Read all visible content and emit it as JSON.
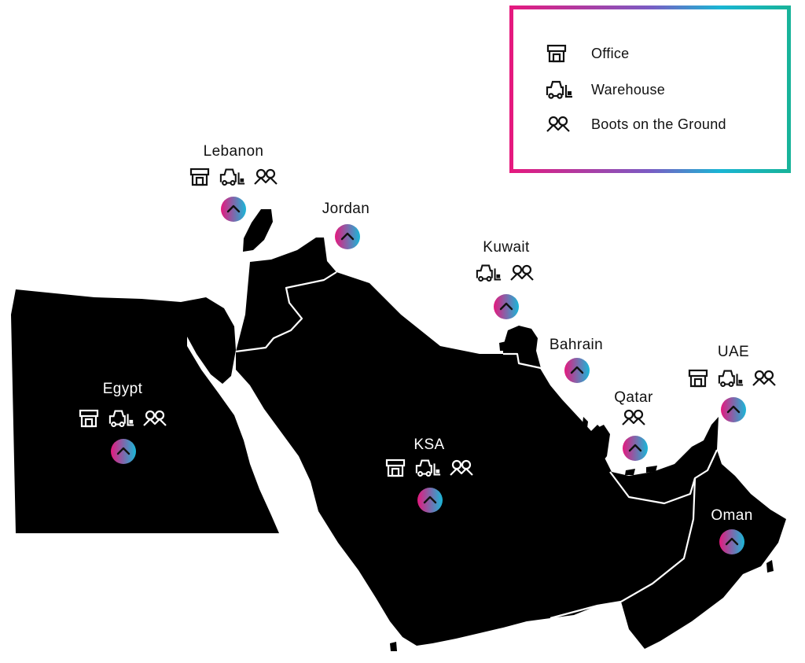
{
  "legend": {
    "items": [
      {
        "label": "Office",
        "icon": "office-icon"
      },
      {
        "label": "Warehouse",
        "icon": "warehouse-icon"
      },
      {
        "label": "Boots on the Ground",
        "icon": "boots-on-ground-icon"
      }
    ],
    "border_gradient": [
      "#e5197e",
      "#7a5cc4",
      "#1ab5d4",
      "#18b39a"
    ]
  },
  "colors": {
    "land": "#000000",
    "border_lines": "#ffffff",
    "pin_gradient": [
      "#e5197e",
      "#19b7d8"
    ]
  },
  "countries": [
    {
      "name": "Lebanon",
      "facilities": [
        "office",
        "warehouse",
        "boots"
      ]
    },
    {
      "name": "Jordan",
      "facilities": []
    },
    {
      "name": "Kuwait",
      "facilities": [
        "warehouse",
        "boots"
      ]
    },
    {
      "name": "Bahrain",
      "facilities": []
    },
    {
      "name": "UAE",
      "facilities": [
        "office",
        "warehouse",
        "boots"
      ]
    },
    {
      "name": "Qatar",
      "facilities": [
        "boots"
      ]
    },
    {
      "name": "Egypt",
      "facilities": [
        "office",
        "warehouse",
        "boots"
      ]
    },
    {
      "name": "KSA",
      "facilities": [
        "office",
        "warehouse",
        "boots"
      ]
    },
    {
      "name": "Oman",
      "facilities": []
    }
  ]
}
